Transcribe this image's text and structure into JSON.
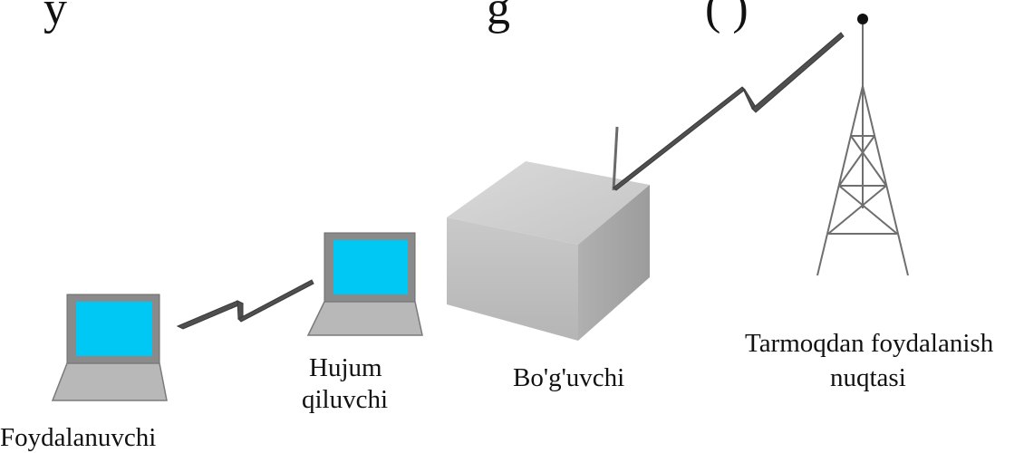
{
  "header_fragment": {
    "left": "y",
    "middle": "g",
    "right": "(        )"
  },
  "nodes": {
    "user": {
      "label": "Foydalanuvchi"
    },
    "attacker": {
      "label_line1": "Hujum",
      "label_line2": "qiluvchi"
    },
    "connector": {
      "label": "Bo'g'uvchi"
    },
    "access_point": {
      "label_line1": "Tarmoqdan foydalanish",
      "label_line2": "nuqtasi"
    }
  },
  "colors": {
    "screen": "#00c8f5",
    "laptop_frame": "#8a8a8a",
    "keyboard": "#b4b4b4",
    "box_front": "#c2c2c2",
    "box_top": "#cfcfcf",
    "box_side": "#a9a9a9",
    "tower": "#6f6f6f",
    "link": "#555555"
  }
}
